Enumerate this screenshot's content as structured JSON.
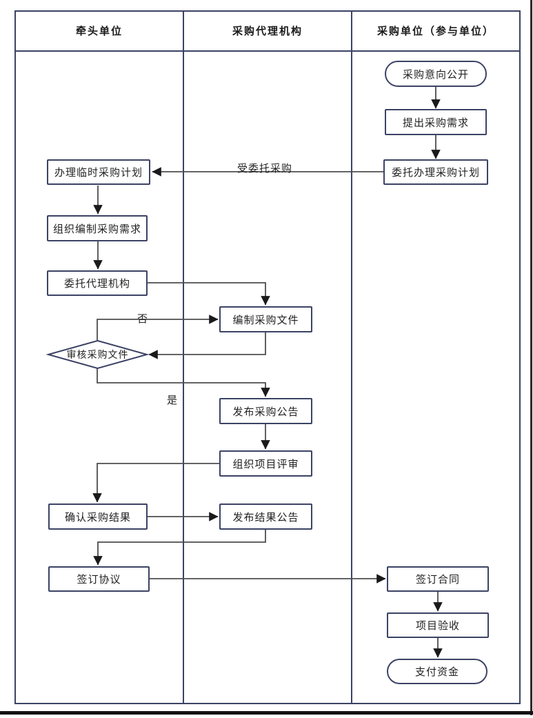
{
  "colors": {
    "node_border": "#3b4264",
    "lane_border": "#3b4264",
    "connector": "#4d4d4d",
    "arrowhead": "#1a1a1a",
    "text": "#222222",
    "page_bottom_rule": "#111111"
  },
  "diagram": {
    "lanes": [
      {
        "label": "牵头单位"
      },
      {
        "label": "采购代理机构"
      },
      {
        "label": "采购单位（参与单位）"
      }
    ],
    "nodes": {
      "intent": {
        "label": "采购意向公开",
        "shape": "stadium",
        "lane": 3
      },
      "propose_need": {
        "label": "提出采购需求",
        "shape": "rect",
        "lane": 3
      },
      "entrust_plan": {
        "label": "委托办理采购计划",
        "shape": "rect",
        "lane": 3
      },
      "temp_plan": {
        "label": "办理临时采购计划",
        "shape": "rect",
        "lane": 1
      },
      "org_need": {
        "label": "组织编制采购需求",
        "shape": "rect",
        "lane": 1
      },
      "agency": {
        "label": "委托代理机构",
        "shape": "rect",
        "lane": 1
      },
      "prepare_docs": {
        "label": "编制采购文件",
        "shape": "rect",
        "lane": 2
      },
      "review_docs": {
        "label": "审核采购文件",
        "shape": "diamond",
        "lane": 1
      },
      "publish_notice": {
        "label": "发布采购公告",
        "shape": "rect",
        "lane": 2
      },
      "org_eval": {
        "label": "组织项目评审",
        "shape": "rect",
        "lane": 2
      },
      "confirm_result": {
        "label": "确认采购结果",
        "shape": "rect",
        "lane": 1
      },
      "result_notice": {
        "label": "发布结果公告",
        "shape": "rect",
        "lane": 2
      },
      "sign_agreement": {
        "label": "签订协议",
        "shape": "rect",
        "lane": 1
      },
      "sign_contract": {
        "label": "签订合同",
        "shape": "rect",
        "lane": 3
      },
      "acceptance": {
        "label": "项目验收",
        "shape": "rect",
        "lane": 3
      },
      "pay_funds": {
        "label": "支付资金",
        "shape": "stadium",
        "lane": 3
      }
    },
    "edge_labels": {
      "entrusted": "受委托采购",
      "no": "否",
      "yes": "是"
    },
    "edges": [
      {
        "from": "采购意向公开",
        "to": "提出采购需求"
      },
      {
        "from": "提出采购需求",
        "to": "委托办理采购计划"
      },
      {
        "from": "委托办理采购计划",
        "to": "办理临时采购计划",
        "label": "受委托采购"
      },
      {
        "from": "办理临时采购计划",
        "to": "组织编制采购需求"
      },
      {
        "from": "组织编制采购需求",
        "to": "委托代理机构"
      },
      {
        "from": "委托代理机构",
        "to": "编制采购文件"
      },
      {
        "from": "审核采购文件",
        "to": "编制采购文件",
        "label": "否"
      },
      {
        "from": "编制采购文件",
        "to": "审核采购文件"
      },
      {
        "from": "审核采购文件",
        "to": "发布采购公告",
        "label": "是"
      },
      {
        "from": "发布采购公告",
        "to": "组织项目评审"
      },
      {
        "from": "组织项目评审",
        "to": "确认采购结果"
      },
      {
        "from": "确认采购结果",
        "to": "发布结果公告"
      },
      {
        "from": "发布结果公告",
        "to": "签订协议"
      },
      {
        "from": "签订协议",
        "to": "签订合同"
      },
      {
        "from": "签订合同",
        "to": "项目验收"
      },
      {
        "from": "项目验收",
        "to": "支付资金"
      }
    ]
  }
}
